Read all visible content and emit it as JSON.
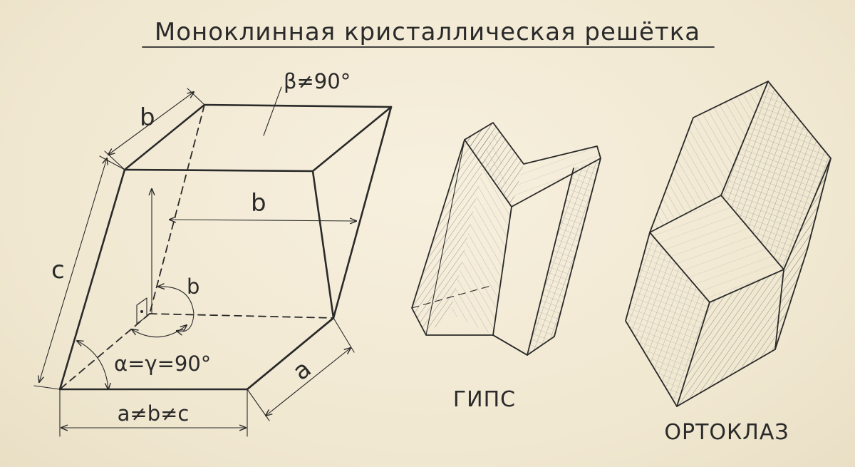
{
  "title": "Моноклинная кристаллическая решётка",
  "lattice": {
    "edge_b_top": "b",
    "edge_b_inner": "b",
    "edge_c": "c",
    "edge_a": "a",
    "angle_b": "b",
    "beta": "β≠90°",
    "alpha_gamma": "α=γ=90°",
    "relation": "a≠b≠c"
  },
  "crystals": [
    {
      "name": "ГИПС"
    },
    {
      "name": "ОРТОКЛАЗ"
    }
  ],
  "colors": {
    "paper": "#f2ead6",
    "ink": "#2a2a2a"
  }
}
